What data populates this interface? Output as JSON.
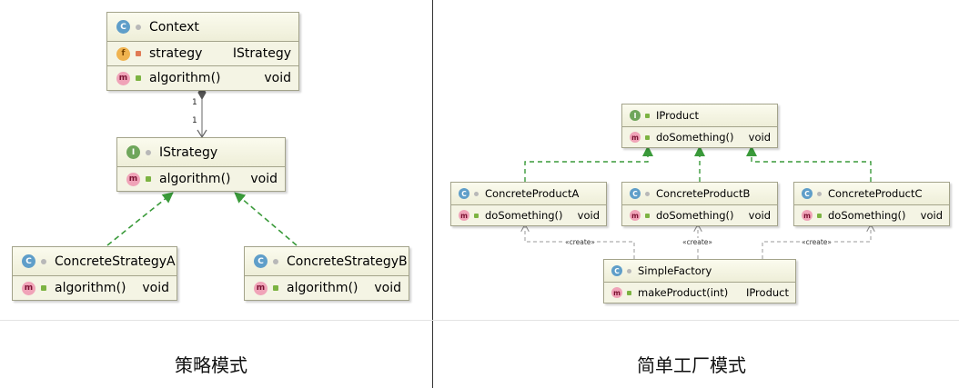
{
  "strategy_diagram": {
    "caption": "策略模式",
    "context": {
      "name": "Context",
      "kind_icon": "C",
      "field_icon": "f",
      "method_icon": "m",
      "field": {
        "name": "strategy",
        "type": "IStrategy"
      },
      "method": {
        "name": "algorithm()",
        "type": "void"
      }
    },
    "multiplicity_source": "1",
    "multiplicity_target": "1",
    "istrategy": {
      "name": "IStrategy",
      "kind_icon": "I",
      "method_icon": "m",
      "method": {
        "name": "algorithm()",
        "type": "void"
      }
    },
    "concrete_a": {
      "name": "ConcreteStrategyA",
      "kind_icon": "C",
      "method_icon": "m",
      "method": {
        "name": "algorithm()",
        "type": "void"
      }
    },
    "concrete_b": {
      "name": "ConcreteStrategyB",
      "kind_icon": "C",
      "method_icon": "m",
      "method": {
        "name": "algorithm()",
        "type": "void"
      }
    }
  },
  "factory_diagram": {
    "caption": "简单工厂模式",
    "iproduct": {
      "name": "IProduct",
      "kind_icon": "I",
      "method_icon": "m",
      "method": {
        "name": "doSomething()",
        "type": "void"
      }
    },
    "product_a": {
      "name": "ConcreteProductA",
      "kind_icon": "C",
      "method_icon": "m",
      "method": {
        "name": "doSomething()",
        "type": "void"
      }
    },
    "product_b": {
      "name": "ConcreteProductB",
      "kind_icon": "C",
      "method_icon": "m",
      "method": {
        "name": "doSomething()",
        "type": "void"
      }
    },
    "product_c": {
      "name": "ConcreteProductC",
      "kind_icon": "C",
      "method_icon": "m",
      "method": {
        "name": "doSomething()",
        "type": "void"
      }
    },
    "simple_factory": {
      "name": "SimpleFactory",
      "kind_icon": "C",
      "method_icon": "m",
      "method": {
        "name": "makeProduct(int)",
        "type": "IProduct"
      }
    },
    "create_label_a": "«create»",
    "create_label_b": "«create»",
    "create_label_c": "«create»"
  },
  "colors": {
    "class_box_fill": "#f4f4e4",
    "class_box_border": "#a3a38a",
    "realization_line": "#3a9a3a",
    "dependency_line": "#9a9a9a",
    "class_icon": "#5f9ec9",
    "interface_icon": "#6fa65b",
    "method_icon": "#f0a3b8",
    "field_icon": "#f0b34f"
  }
}
